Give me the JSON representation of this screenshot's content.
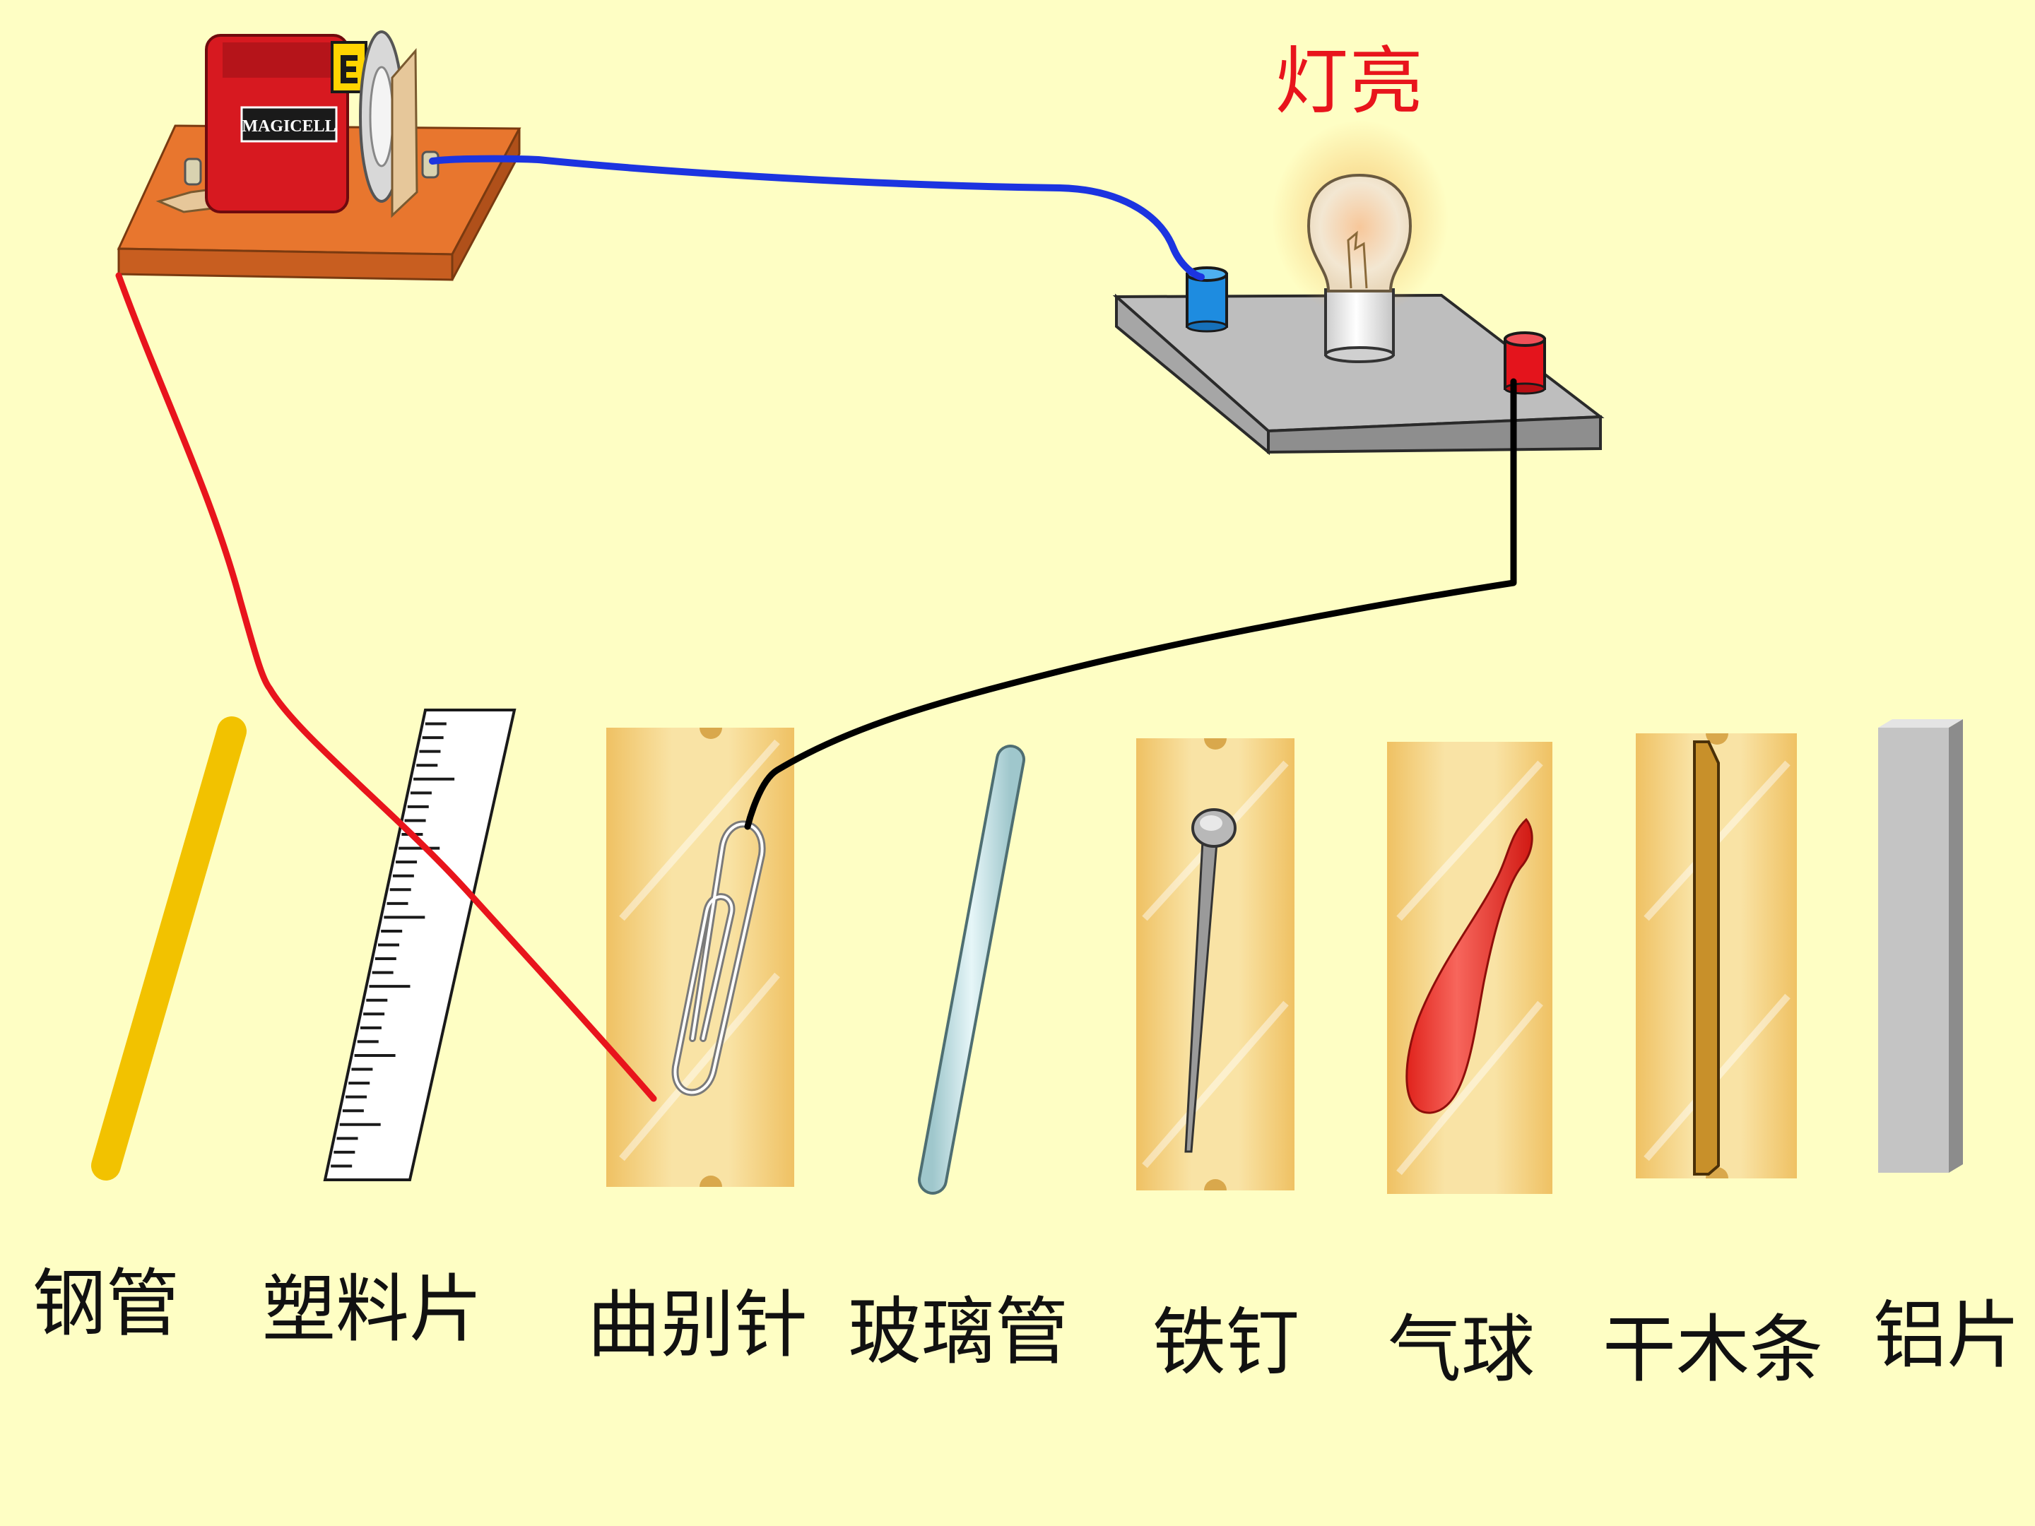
{
  "battery": {
    "brand": "MAGICELL"
  },
  "lamp": {
    "status_label": "灯亮"
  },
  "materials": [
    {
      "label": "钢管"
    },
    {
      "label": "塑料片"
    },
    {
      "label": "曲别针"
    },
    {
      "label": "玻璃管"
    },
    {
      "label": "铁钉"
    },
    {
      "label": "气球"
    },
    {
      "label": "干木条"
    },
    {
      "label": "铝片"
    }
  ],
  "colors": {
    "background": "#FEFEC4",
    "status_text": "#E8141C",
    "wire_red": "#E8141C",
    "wire_blue": "#1C34E0",
    "wire_black": "#000000"
  }
}
